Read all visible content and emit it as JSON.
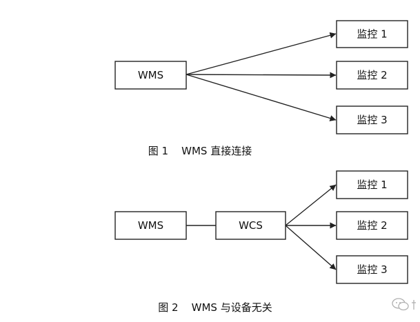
{
  "figure1": {
    "source": "WMS",
    "targets": [
      "监控 1",
      "监控 2",
      "监控 3"
    ],
    "caption": "图 1    WMS 直接连接"
  },
  "figure2": {
    "source": "WMS",
    "middle": "WCS",
    "targets": [
      "监控 1",
      "监控 2",
      "监控 3"
    ],
    "caption": "图 2    WMS 与设备无关"
  },
  "colors": {
    "stroke": "#222222",
    "text": "#111111",
    "background": "#ffffff",
    "watermark": "#b0b0b0"
  },
  "watermark": {
    "icon": "wechat-icon"
  }
}
